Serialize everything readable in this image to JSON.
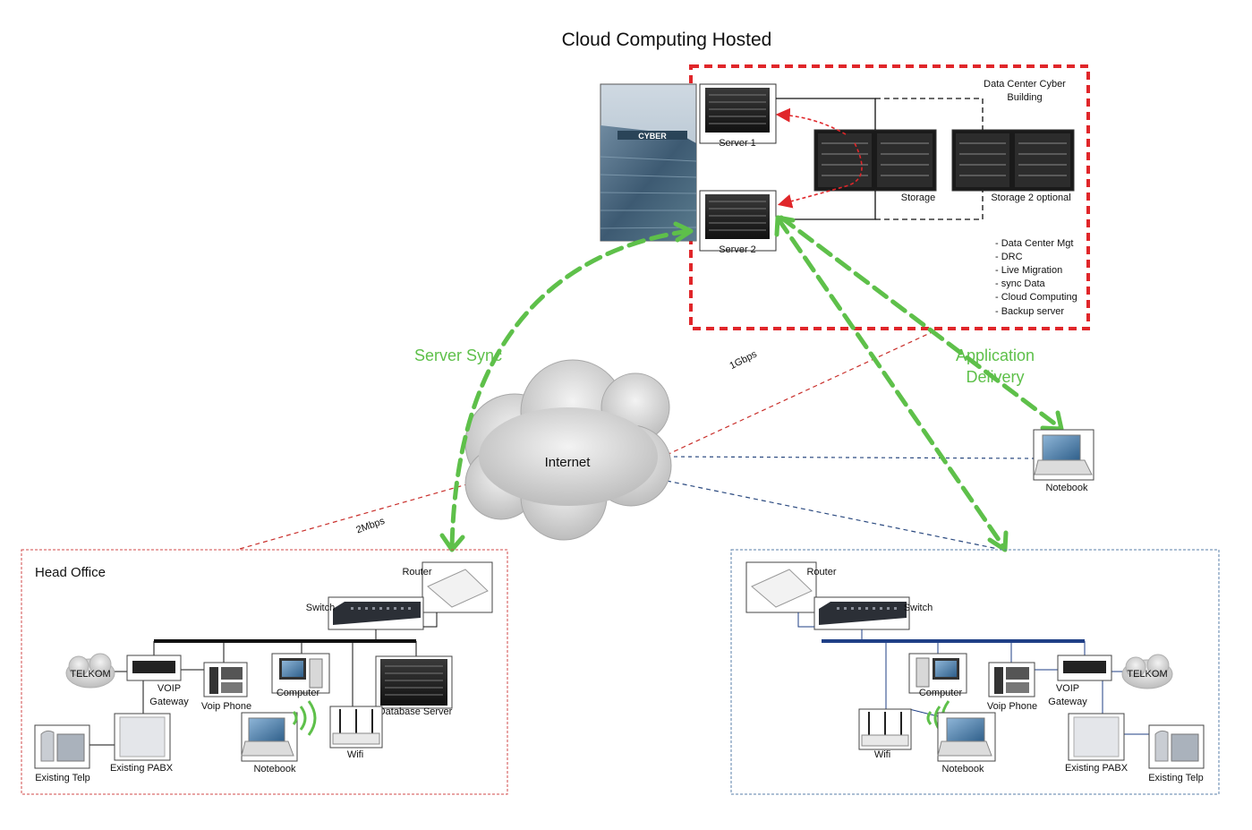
{
  "title": "Cloud Computing Hosted",
  "datacenter": {
    "label_line1": "Data Center Cyber",
    "label_line2": "Building",
    "building_sign": "CYBER",
    "server1": "Server 1",
    "server2": "Server 2",
    "storage": "Storage",
    "storage2": "Storage 2 optional",
    "features": [
      "- Data Center Mgt",
      "- DRC",
      "-  Live Migration",
      "- sync Data",
      "- Cloud Computing",
      "- Backup server"
    ]
  },
  "links": {
    "server_sync": "Server Sync",
    "application_delivery_line1": "Application",
    "application_delivery_line2": "Delivery",
    "speed_1g": "1Gbps",
    "speed_2m": "2Mbps"
  },
  "internet": "Internet",
  "remote_notebook": "Notebook",
  "head_office": {
    "title": "Head Office",
    "router": "Router",
    "switch": "Switch",
    "telkom": "TELKOM",
    "voip_line1": "VOIP",
    "voip_line2": "Gateway",
    "voip_phone": "Voip Phone",
    "computer": "Computer",
    "database_server": "Database Server",
    "existing_pabx": "Existing PABX",
    "existing_telp": "Existing Telp",
    "notebook": "Notebook",
    "wifi": "Wifi"
  },
  "branch": {
    "router": "Router",
    "switch": "Switch",
    "computer": "Computer",
    "voip_phone": "Voip Phone",
    "voip_line1": "VOIP",
    "voip_line2": "Gateway",
    "telkom": "TELKOM",
    "wifi": "Wifi",
    "notebook": "Notebook",
    "existing_pabx": "Existing PABX",
    "existing_telp": "Existing Telp"
  },
  "colors": {
    "datacenter_border": "#e0262a",
    "green_link": "#5ec04a",
    "red_link": "#c9302c",
    "blue_link": "#2b4a80",
    "head_office_border": "#d24a4a",
    "branch_border": "#5a7fa8",
    "branch_bus": "#1f3f86"
  }
}
